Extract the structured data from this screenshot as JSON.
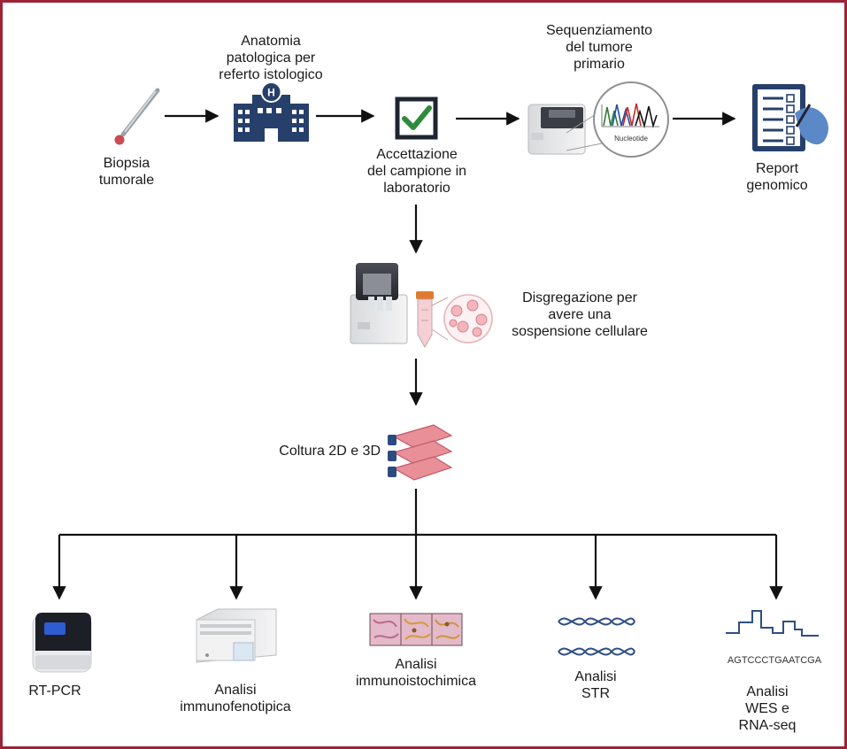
{
  "colors": {
    "frame": "#9b2335",
    "arrow": "#111111",
    "navy": "#27406b",
    "check": "#2e8b3c",
    "pink": "#e98f98",
    "dna": "#2f4f84"
  },
  "labels": {
    "biopsy": "Biopsia\ntumorale",
    "pathology": "Anatomia\npatologica per\nreferto istologico",
    "acceptance": "Accettazione\ndel campione in\nlaboratorio",
    "sequencing": "Sequenziamento\ndel tumore\nprimario",
    "nucleotide": "Nucleotide",
    "report": "Report\ngenomico",
    "disaggregation": "Disgregazione per\navere una\nsospensione cellulare",
    "culture": "Coltura 2D e 3D",
    "rtpcr": "RT-PCR",
    "immunopheno": "Analisi\nimmunofenotipica",
    "ihc": "Analisi\nimmunoistochimica",
    "str": "Analisi\nSTR",
    "wes": "Analisi\nWES e\nRNA-seq",
    "sequence": "AGTCCCTGAATCGA"
  },
  "icons": [
    "biopsy-needle-icon",
    "hospital-icon",
    "checkbox-icon",
    "sequencer-icon",
    "chromatogram-icon",
    "report-clipboard-icon",
    "dissociator-icon",
    "tube-icon",
    "cells-icon",
    "culture-flasks-icon",
    "pcr-machine-icon",
    "flow-cytometer-icon",
    "tissue-slides-icon",
    "dna-helix-icon",
    "seq-trace-icon"
  ]
}
